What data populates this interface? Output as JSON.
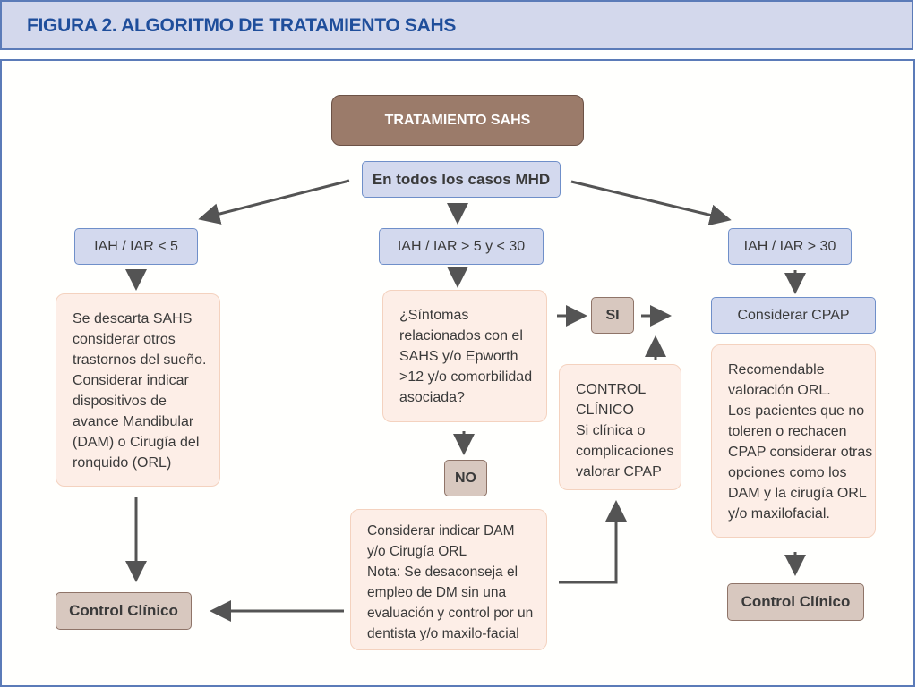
{
  "header": {
    "title": "FIGURA 2. ALGORITMO DE TRATAMIENTO SAHS"
  },
  "nodes": {
    "root": "TRATAMIENTO SAHS",
    "all_cases": "En todos los casos MHD",
    "iah_low": "IAH / IAR < 5",
    "iah_mid": "IAH / IAR > 5 y < 30",
    "iah_high": "IAH / IAR > 30",
    "low_desc": [
      "Se descarta SAHS",
      "considerar otros",
      "trastornos del sueño.",
      "Considerar indicar",
      "dispositivos de",
      "avance Mandibular",
      "(DAM) o Cirugía del",
      "ronquido (ORL)"
    ],
    "mid_question": [
      "¿Síntomas",
      "relacionados con el",
      "SAHS y/o Epworth",
      ">12 y/o comorbilidad",
      "asociada?"
    ],
    "yes": "SI",
    "no": "NO",
    "control_box": [
      "CONTROL",
      "CLÍNICO",
      "Si clínica o",
      "complicaciones",
      "valorar CPAP"
    ],
    "no_desc": [
      "Considerar indicar DAM",
      "y/o Cirugía ORL",
      "Nota: Se desaconseja el",
      "empleo de DM sin una",
      "evaluación y control por un",
      "dentista y/o maxilo-facial"
    ],
    "consider_cpap": "Considerar CPAP",
    "high_desc": [
      "Recomendable",
      "valoración ORL.",
      "Los pacientes que no",
      "toleren o rechacen",
      "CPAP considerar otras",
      "opciones como los",
      "DAM y la cirugía ORL",
      "y/o maxilofacial."
    ],
    "control_left": "Control Clínico",
    "control_right": "Control Clínico"
  },
  "colors": {
    "header_bg": "#d3d8ec",
    "title": "#1f4e9b",
    "blue_box": "#d3d9ee",
    "peach_box": "#fdeee7",
    "tan_box": "#d8c8bf",
    "brown_box": "#9b7b6a",
    "arrow": "#545454"
  }
}
